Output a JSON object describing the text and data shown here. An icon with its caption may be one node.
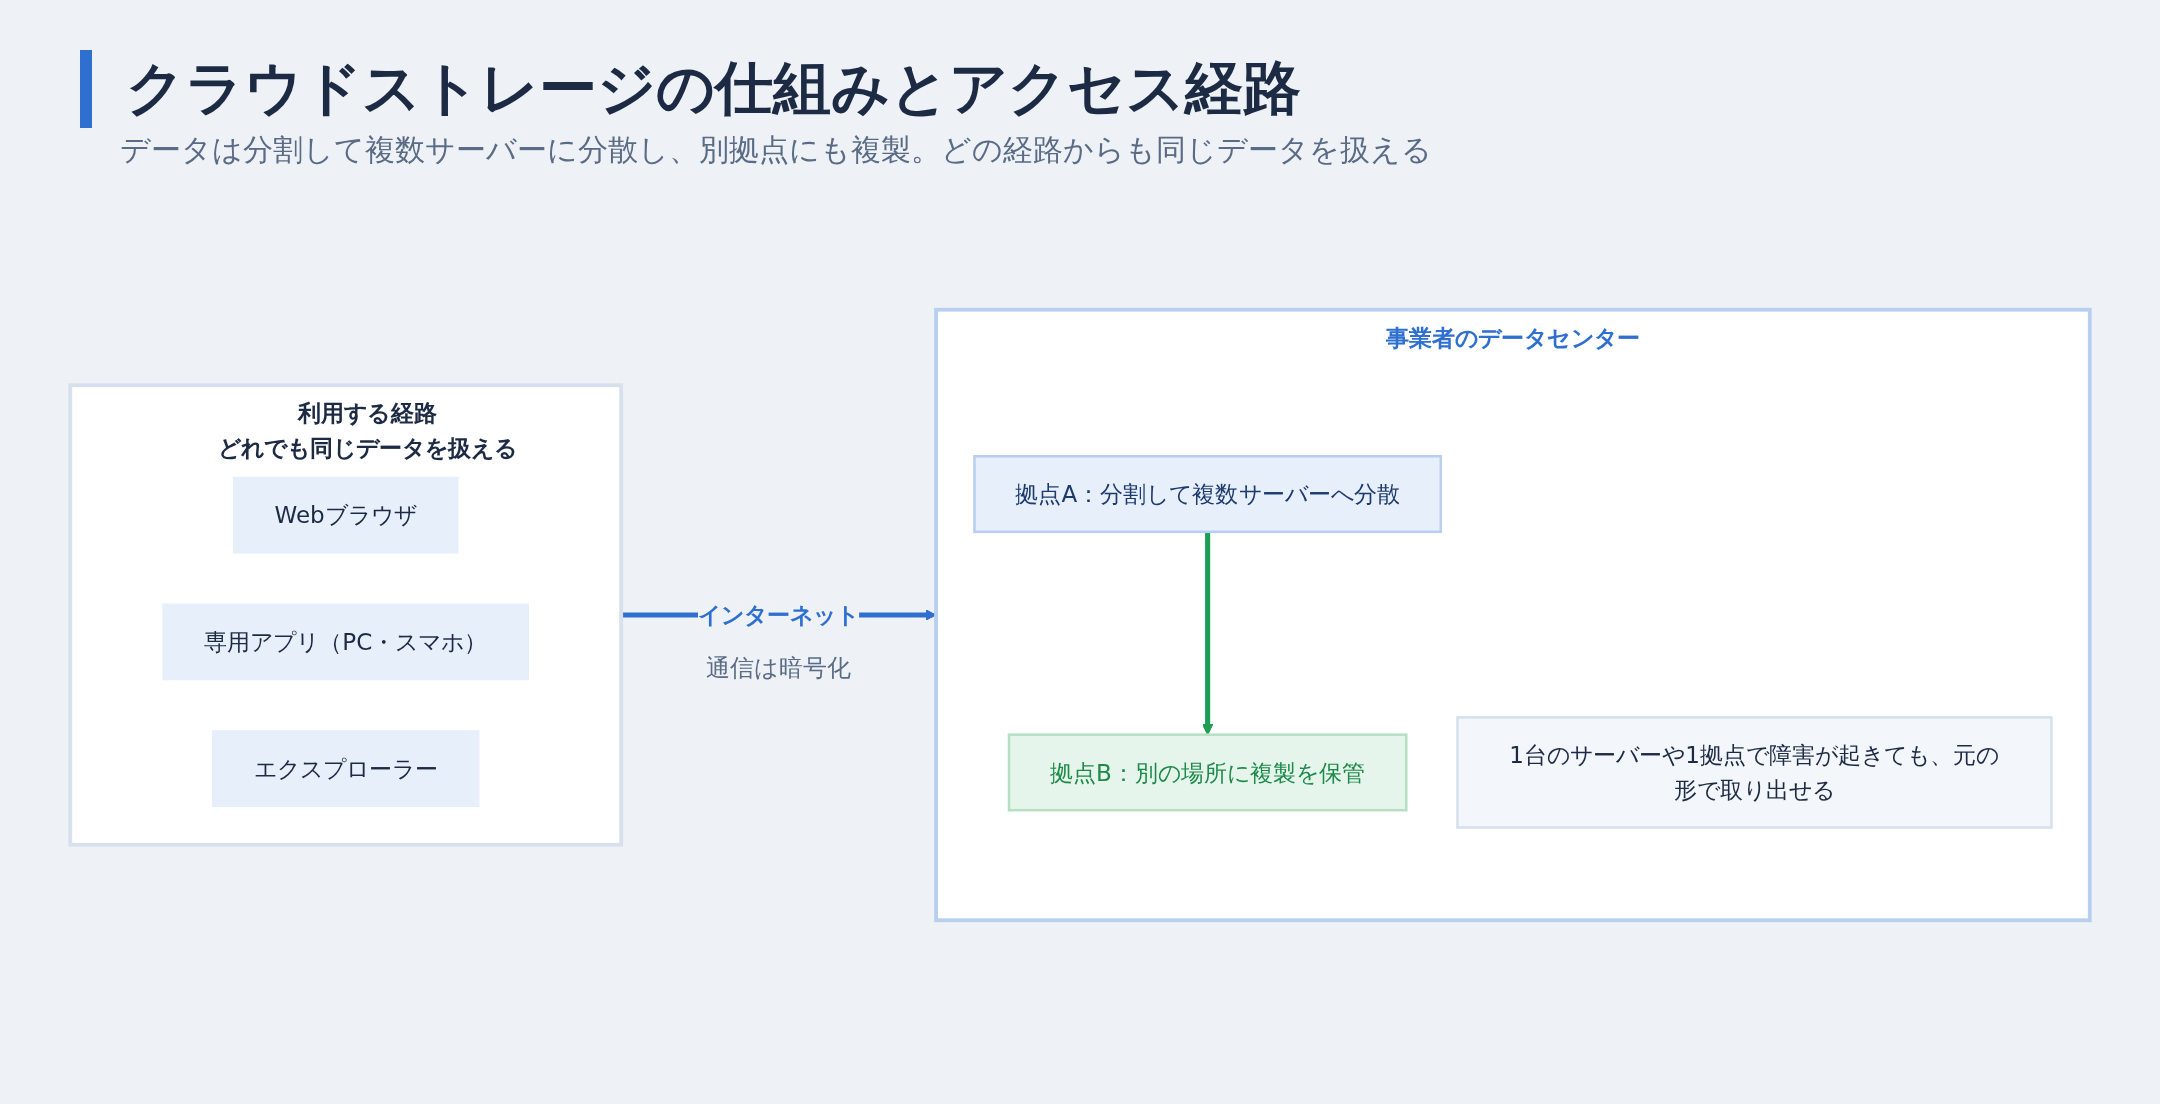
{
  "diagram": {
    "title": "クラウドストレージの仕組みとアクセス経路",
    "nodes": [
      {
        "text": [
          "利用する経路",
          "どれでも同じデータを扱える"
        ]
      },
      {
        "text": [
          "Webブラウザ"
        ],
        "in": 0
      },
      {
        "text": [
          "専用アプリ（PC・スマホ）"
        ],
        "in": 0
      },
      {
        "text": [
          "エクスプローラー"
        ],
        "in": 0
      },
      {
        "text": [
          "事業者のデータセンター"
        ]
      },
      {
        "text": [
          "拠点A：分割して複数サーバーへ分散"
        ],
        "in": 4
      },
      {
        "text": [
          "拠点B：別の場所に複製を保管"
        ],
        "in": 4
      },
      {
        "text": [
          "1台のサーバーや1拠点で障害が起きても、元の形で取り出せる"
        ],
        "in": 4
      }
    ],
    "edges": [
      {
        "from": 0,
        "to": 4,
        "arrow": "to",
        "label": "インターネット"
      },
      {
        "from": 5,
        "to": 6,
        "arrow": "to",
        "color": "#1e9e55"
      }
    ],
    "labels": [
      "データは分割して複数サーバーに分散し、別拠点にも複製。どの経路からも同じデータを扱える",
      "通信は暗号化"
    ]
  }
}
